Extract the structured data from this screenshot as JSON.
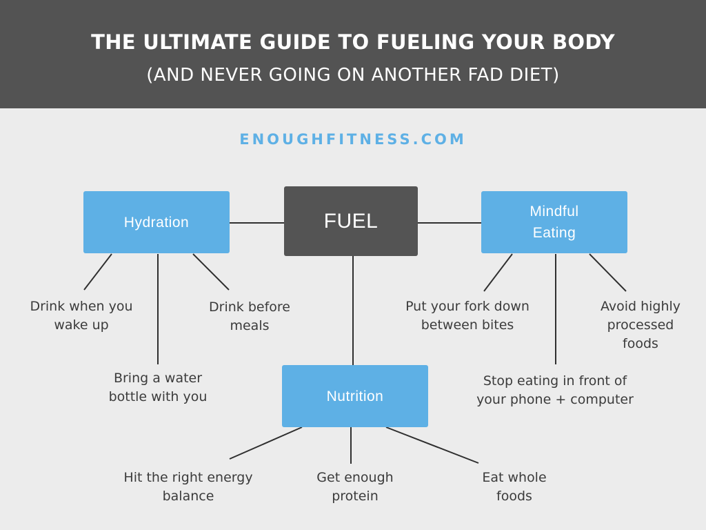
{
  "colors": {
    "header_bg": "#535353",
    "page_bg": "#ececec",
    "accent_blue": "#5eb0e5",
    "center_box": "#545454",
    "line": "#2f2f2f",
    "leaf_text": "#3b3b3b"
  },
  "header": {
    "title": "THE ULTIMATE GUIDE TO FUELING YOUR BODY",
    "subtitle": "(AND NEVER GOING ON ANOTHER FAD DIET)"
  },
  "website": "ENOUGHFITNESS.COM",
  "diagram": {
    "center": "FUEL",
    "hydration": {
      "label": "Hydration",
      "items": [
        "Drink when you\nwake up",
        "Bring a water\nbottle with you",
        "Drink before\nmeals"
      ]
    },
    "mindful": {
      "label": "Mindful\nEating",
      "items": [
        "Put your fork down\nbetween bites",
        "Stop eating in front of\nyour phone + computer",
        "Avoid highly\nprocessed\nfoods"
      ]
    },
    "nutrition": {
      "label": "Nutrition",
      "items": [
        "Hit the right energy\nbalance",
        "Get enough\nprotein",
        "Eat whole\nfoods"
      ]
    }
  }
}
